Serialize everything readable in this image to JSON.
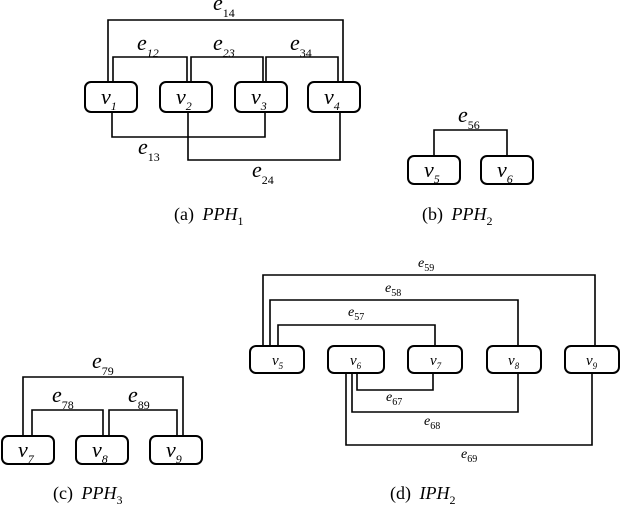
{
  "panels": [
    {
      "id": "a",
      "caption": {
        "prefix": "(a) ",
        "name": "PPH",
        "sub": "1"
      },
      "nodes": [
        {
          "id": "v1",
          "base": "v",
          "sub": "1"
        },
        {
          "id": "v2",
          "base": "v",
          "sub": "2"
        },
        {
          "id": "v3",
          "base": "v",
          "sub": "3"
        },
        {
          "id": "v4",
          "base": "v",
          "sub": "4"
        }
      ],
      "edges": [
        {
          "id": "e14",
          "base": "e",
          "sub": "14",
          "connects": [
            "v1",
            "v4"
          ]
        },
        {
          "id": "e12",
          "base": "e",
          "sub": "12",
          "connects": [
            "v1",
            "v2"
          ]
        },
        {
          "id": "e23",
          "base": "e",
          "sub": "23",
          "connects": [
            "v2",
            "v3"
          ]
        },
        {
          "id": "e34",
          "base": "e",
          "sub": "34",
          "connects": [
            "v3",
            "v4"
          ]
        },
        {
          "id": "e13",
          "base": "e",
          "sub": "13",
          "connects": [
            "v1",
            "v3"
          ]
        },
        {
          "id": "e24",
          "base": "e",
          "sub": "24",
          "connects": [
            "v2",
            "v4"
          ]
        }
      ]
    },
    {
      "id": "b",
      "caption": {
        "prefix": "(b) ",
        "name": "PPH",
        "sub": "2"
      },
      "nodes": [
        {
          "id": "v5",
          "base": "v",
          "sub": "5"
        },
        {
          "id": "v6",
          "base": "v",
          "sub": "6"
        }
      ],
      "edges": [
        {
          "id": "e56",
          "base": "e",
          "sub": "56",
          "connects": [
            "v5",
            "v6"
          ]
        }
      ]
    },
    {
      "id": "c",
      "caption": {
        "prefix": "(c) ",
        "name": "PPH",
        "sub": "3"
      },
      "nodes": [
        {
          "id": "v7",
          "base": "v",
          "sub": "7"
        },
        {
          "id": "v8",
          "base": "v",
          "sub": "8"
        },
        {
          "id": "v9",
          "base": "v",
          "sub": "9"
        }
      ],
      "edges": [
        {
          "id": "e79",
          "base": "e",
          "sub": "79",
          "connects": [
            "v7",
            "v9"
          ]
        },
        {
          "id": "e78",
          "base": "e",
          "sub": "78",
          "connects": [
            "v7",
            "v8"
          ]
        },
        {
          "id": "e89",
          "base": "e",
          "sub": "89",
          "connects": [
            "v8",
            "v9"
          ]
        }
      ]
    },
    {
      "id": "d",
      "caption": {
        "prefix": "(d) ",
        "name": "IPH",
        "sub": "2"
      },
      "nodes": [
        {
          "id": "v5",
          "base": "v",
          "sub": "5"
        },
        {
          "id": "v6",
          "base": "v",
          "sub": "6"
        },
        {
          "id": "v7",
          "base": "v",
          "sub": "7"
        },
        {
          "id": "v8",
          "base": "v",
          "sub": "8"
        },
        {
          "id": "v9",
          "base": "v",
          "sub": "9"
        }
      ],
      "edges": [
        {
          "id": "e59",
          "base": "e",
          "sub": "59",
          "connects": [
            "v5",
            "v9"
          ]
        },
        {
          "id": "e58",
          "base": "e",
          "sub": "58",
          "connects": [
            "v5",
            "v8"
          ]
        },
        {
          "id": "e57",
          "base": "e",
          "sub": "57",
          "connects": [
            "v5",
            "v7"
          ]
        },
        {
          "id": "e67",
          "base": "e",
          "sub": "67",
          "connects": [
            "v6",
            "v7"
          ]
        },
        {
          "id": "e68",
          "base": "e",
          "sub": "68",
          "connects": [
            "v6",
            "v8"
          ]
        },
        {
          "id": "e69",
          "base": "e",
          "sub": "69",
          "connects": [
            "v6",
            "v9"
          ]
        }
      ]
    }
  ]
}
